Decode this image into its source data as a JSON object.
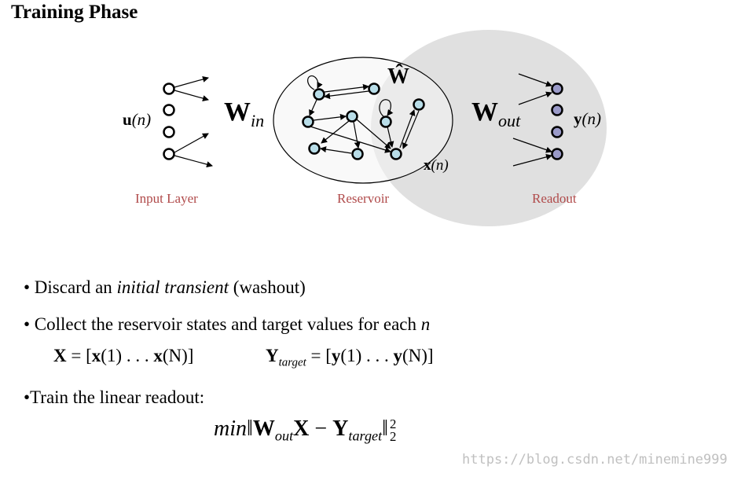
{
  "title": "Training Phase",
  "diagram": {
    "labels": {
      "input_layer": "Input Layer",
      "reservoir": "Reservoir",
      "readout": "Readout"
    },
    "symbols": {
      "u": "u",
      "u_arg": "(n)",
      "W": "W",
      "W_in_sub": "in",
      "W_hat": "Ŵ",
      "W_out_sub": "out",
      "y": "y",
      "y_arg": "(n)",
      "x": "x",
      "x_arg": "(n)"
    },
    "colors": {
      "reservoir_node_fill": "#b8dde8",
      "readout_node_fill": "#9a9ac8",
      "input_node_fill": "#ffffff",
      "overlap_ellipse": "#e0e0e0",
      "reservoir_ellipse": "#f5f5f5",
      "label_color": "#b04a4a"
    }
  },
  "bullets": {
    "b1_prefix": "• Discard an ",
    "b1_italic": "initial transient",
    "b1_suffix": "  (washout)",
    "b2_prefix": "• Collect the reservoir states and target values for each ",
    "b2_italic": "n",
    "b3": "•Train the linear readout:"
  },
  "equations": {
    "X_eq": {
      "lhs": "X",
      "eq": " = [",
      "x1": "x",
      "a1": "(1) . . . ",
      "x2": "x",
      "a2": "(N)",
      "close": "]"
    },
    "Y_eq": {
      "lhs": "Y",
      "sub": "target",
      "eq": " = [",
      "y1": "y",
      "a1": "(1) . . . ",
      "y2": "y",
      "a2": "(N)",
      "close": "]"
    },
    "min_eq": {
      "min": "min",
      "bars_open": "‖",
      "W": "W",
      "W_sub": "out",
      "X": "X",
      "minus": " − ",
      "Y": "Y",
      "Y_sub": "target",
      "bars_close": "‖",
      "sup": "2",
      "sub": "2"
    }
  },
  "watermark": "https://blog.csdn.net/minemine999"
}
